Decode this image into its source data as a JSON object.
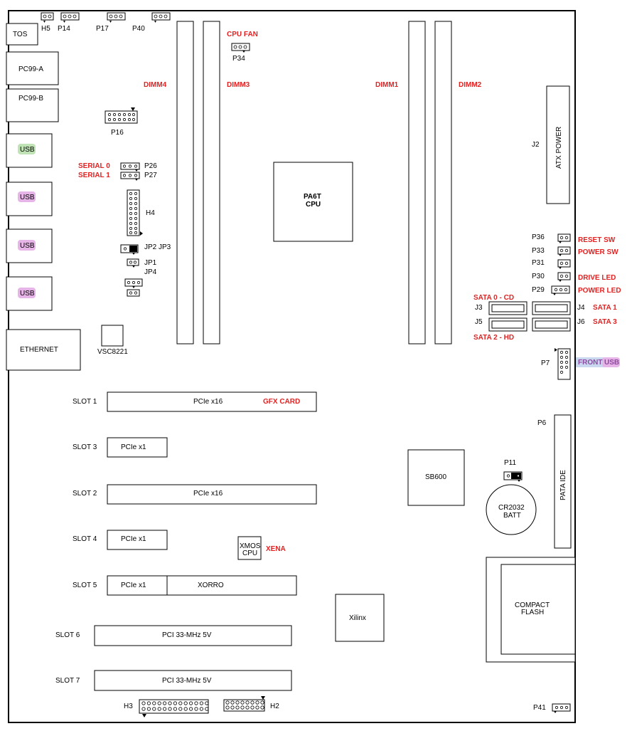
{
  "colors": {
    "accent_red": "#e32222",
    "usb_green": "#bfe3b4",
    "usb_pink": "#e6b4e6",
    "usb_blue": "#c9d8ee"
  },
  "back_panel": {
    "tos": "TOS",
    "pc99a": "PC99-A",
    "pc99b": "PC99-B",
    "usb": [
      "USB",
      "USB",
      "USB",
      "USB"
    ],
    "ethernet": "ETHERNET"
  },
  "top_headers": {
    "h5": "H5",
    "p14": "P14",
    "p17": "P17",
    "p40": "P40"
  },
  "cpu_fan": {
    "label": "CPU FAN",
    "header": "P34"
  },
  "dimms": {
    "dimm4": "DIMM4",
    "dimm3": "DIMM3",
    "dimm1": "DIMM1",
    "dimm2": "DIMM2"
  },
  "p16": "P16",
  "serial": {
    "s0": "SERIAL 0",
    "s1": "SERIAL 1",
    "p26": "P26",
    "p27": "P27"
  },
  "h4": "H4",
  "jumpers": {
    "jp2jp3": "JP2 JP3",
    "jp1": "JP1",
    "jp4": "JP4"
  },
  "vsc": "VSC8221",
  "cpu": {
    "line1": "PA6T",
    "line2": "CPU"
  },
  "atx": {
    "label": "ATX POWER",
    "ref": "J2"
  },
  "front_panel": [
    {
      "ref": "P36",
      "name": "RESET SW"
    },
    {
      "ref": "P33",
      "name": "POWER SW"
    },
    {
      "ref": "P31",
      "name": ""
    },
    {
      "ref": "P30",
      "name": "DRIVE LED"
    },
    {
      "ref": "P29",
      "name": "POWER LED"
    }
  ],
  "sata": {
    "sata0": "SATA 0 - CD",
    "sata1": "SATA 1",
    "sata2": "SATA 2 - HD",
    "sata3": "SATA 3",
    "j3": "J3",
    "j4": "J4",
    "j5": "J5",
    "j6": "J6"
  },
  "front_usb": {
    "front": "FRONT",
    "usb": "USB",
    "ref": "P7"
  },
  "slots": [
    {
      "name": "SLOT 1",
      "type": "PCIe x16",
      "extra": "GFX CARD"
    },
    {
      "name": "SLOT 3",
      "type": "PCIe x1"
    },
    {
      "name": "SLOT 2",
      "type": "PCIe x16"
    },
    {
      "name": "SLOT 4",
      "type": "PCIe x1"
    },
    {
      "name": "SLOT 5",
      "type": "PCIe x1",
      "extra": "XORRO"
    },
    {
      "name": "SLOT 6",
      "type": "PCI 33-MHz 5V"
    },
    {
      "name": "SLOT 7",
      "type": "PCI 33-MHz 5V"
    }
  ],
  "xmos": {
    "line1": "XMOS",
    "line2": "CPU",
    "name": "XENA"
  },
  "xilinx": "Xilinx",
  "sb600": "SB600",
  "p11": "P11",
  "batt": {
    "line1": "CR2032",
    "line2": "BATT"
  },
  "pata": {
    "label": "PATA IDE",
    "ref": "P6"
  },
  "cf": {
    "line1": "COMPACT",
    "line2": "FLASH"
  },
  "bottom_headers": {
    "h3": "H3",
    "h2": "H2",
    "p41": "P41"
  }
}
